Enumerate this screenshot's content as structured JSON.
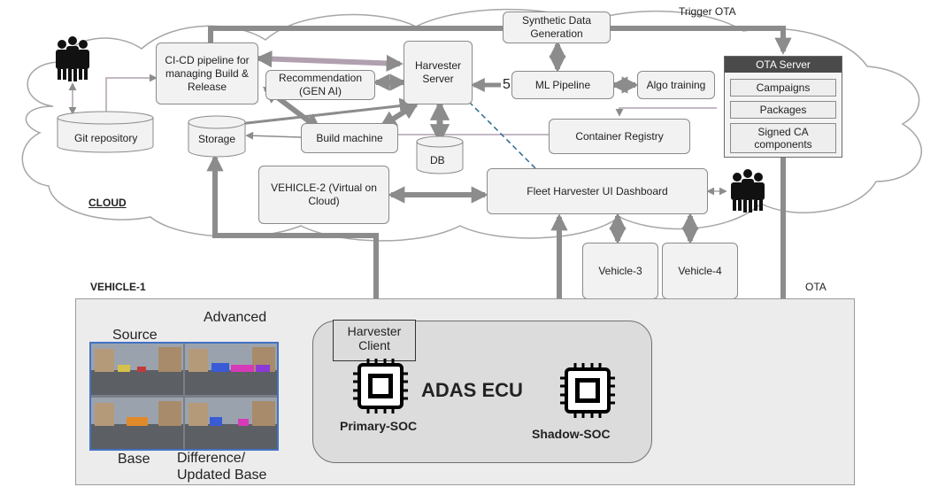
{
  "cloud_label": "CLOUD",
  "trigger_ota_label": "Trigger OTA",
  "ota_label": "OTA",
  "vehicle1_label": "VEHICLE-1",
  "nodes": {
    "cicd": "CI-CD pipeline for managing Build & Release",
    "recommendation": "Recommendation (GEN AI)",
    "harvester_server": "Harvester Server",
    "synthetic_data": "Synthetic Data Generation",
    "ml_pipeline": "ML Pipeline",
    "algo_training": "Algo training",
    "git_repo": "Git repository",
    "storage": "Storage",
    "build_machine": "Build machine",
    "db": "DB",
    "container_registry": "Container Registry",
    "vehicle2": "VEHICLE-2 (Virtual on Cloud)",
    "fleet_dashboard": "Fleet Harvester UI Dashboard",
    "vehicle3": "Vehicle-3",
    "vehicle4": "Vehicle-4"
  },
  "ota_server": {
    "title": "OTA Server",
    "items": [
      "Campaigns",
      "Packages",
      "Signed CA components"
    ]
  },
  "marker_5": "5",
  "ecu": {
    "title": "ADAS ECU",
    "harvester_client": "Harvester Client",
    "primary_soc": "Primary-SOC",
    "shadow_soc": "Shadow-SOC"
  },
  "camera_view": {
    "advanced": "Advanced",
    "source": "Source",
    "base": "Base",
    "difference": "Difference/ Updated Base"
  },
  "colors": {
    "arrow": "#8c8c8c",
    "cloud_stroke": "#a6a6a6",
    "node_fill": "#f2f2f2",
    "ota_header": "#4a4a4a",
    "image_border": "#4472c4",
    "dashed_link": "#2f6b8f"
  }
}
